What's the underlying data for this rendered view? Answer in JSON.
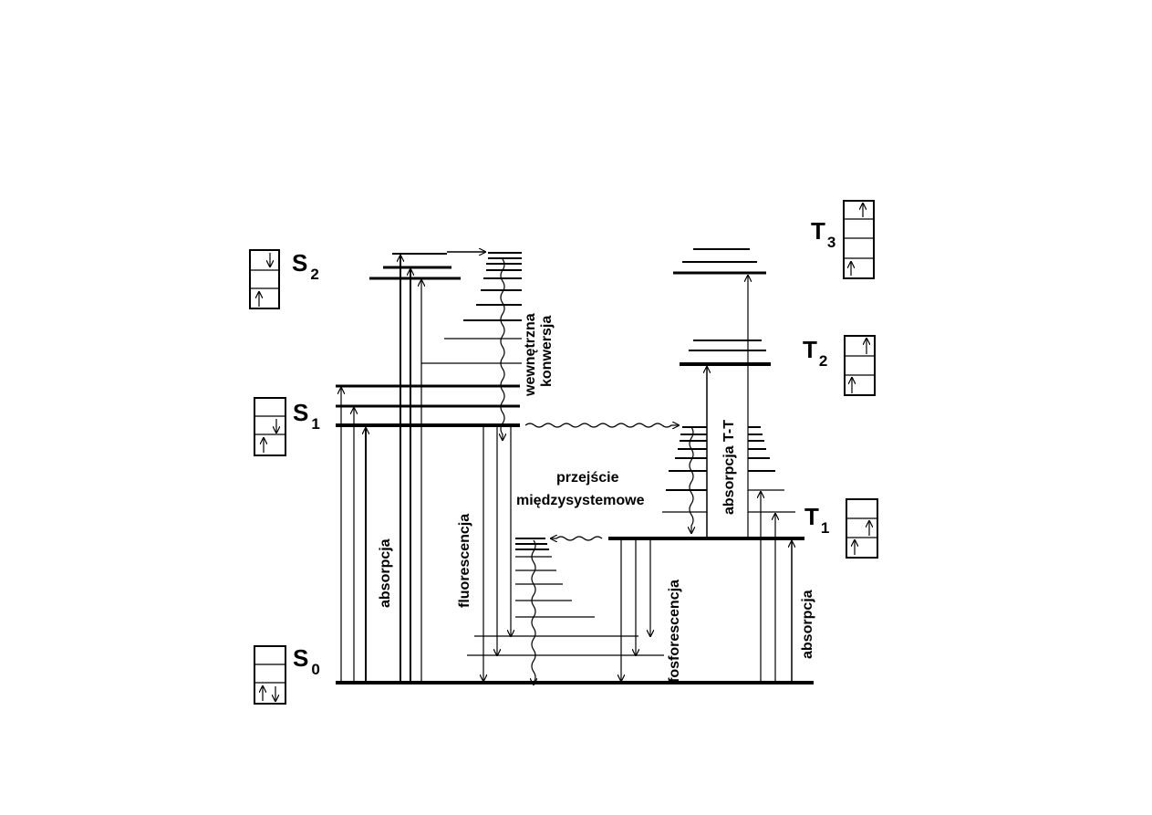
{
  "diagram": {
    "states": {
      "s2": {
        "main": "S",
        "sub": "2"
      },
      "s1": {
        "main": "S",
        "sub": "1"
      },
      "s0": {
        "main": "S",
        "sub": "0"
      },
      "t3": {
        "main": "T",
        "sub": "3"
      },
      "t2": {
        "main": "T",
        "sub": "2"
      },
      "t1": {
        "main": "T",
        "sub": "1"
      }
    },
    "processes": {
      "absorption_singlet": "absorpcja",
      "fluorescence": "fluorescencja",
      "internal_conversion_line1": "wewnętrzna",
      "internal_conversion_line2": "konwersja",
      "intersystem_crossing_line1": "przejście",
      "intersystem_crossing_line2": "międzysystemowe",
      "phosphorescence": "fosforescencja",
      "absorption_triplet": "absorpcja",
      "tt_absorption": "absorpcja T-T"
    }
  }
}
